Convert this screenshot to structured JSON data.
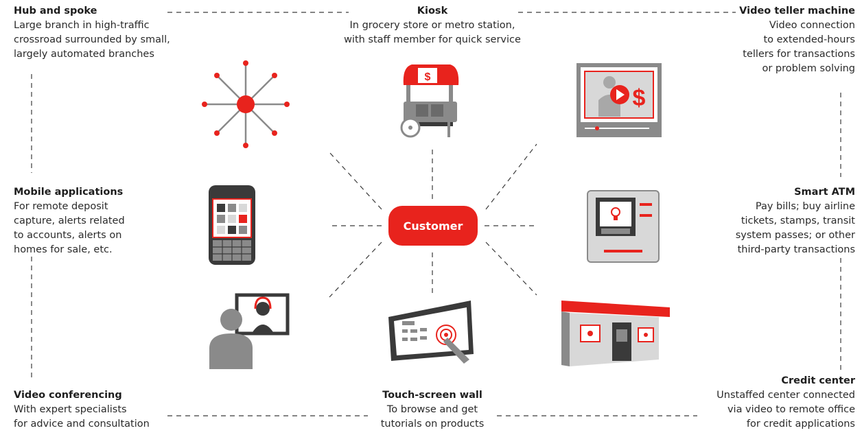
{
  "hub": {
    "label": "Customer"
  },
  "colors": {
    "accent": "#e8231d",
    "dark": "#3a3a3a",
    "gray": "#8a8a8a",
    "light": "#d8d8d8"
  },
  "channels": [
    {
      "key": "hub-and-spoke",
      "icon": "hub-and-spoke-icon",
      "title": "Hub and spoke",
      "lines": [
        "Large branch in high-traffic",
        "crossroad surrounded by small,",
        "largely automated branches"
      ]
    },
    {
      "key": "kiosk",
      "icon": "kiosk-cart-icon",
      "title": "Kiosk",
      "lines": [
        "In grocery store or metro station,",
        "with staff member for quick service"
      ]
    },
    {
      "key": "video-teller-machine",
      "icon": "video-teller-screen-icon",
      "title": "Video teller machine",
      "lines": [
        "Video connection",
        "to extended-hours",
        "tellers for transactions",
        "or problem solving"
      ]
    },
    {
      "key": "mobile-applications",
      "icon": "mobile-phone-icon",
      "title": "Mobile applications",
      "lines": [
        "For remote deposit",
        "capture, alerts related",
        "to accounts, alerts on",
        "homes for sale, etc."
      ]
    },
    {
      "key": "smart-atm",
      "icon": "smart-atm-icon",
      "title": "Smart ATM",
      "lines": [
        "Pay bills; buy airline",
        "tickets, stamps, transit",
        "system passes; or other",
        "third-party transactions"
      ]
    },
    {
      "key": "video-conferencing",
      "icon": "video-conference-icon",
      "title": "Video conferencing",
      "lines": [
        "With expert specialists",
        "for advice and consultation"
      ]
    },
    {
      "key": "touch-screen-wall",
      "icon": "touch-screen-wall-icon",
      "title": "Touch-screen wall",
      "lines": [
        "To browse and get",
        "tutorials on products"
      ]
    },
    {
      "key": "credit-center",
      "icon": "credit-center-building-icon",
      "title": "Credit center",
      "lines": [
        "Unstaffed center connected",
        "via video to remote office",
        "for credit applications"
      ]
    }
  ]
}
